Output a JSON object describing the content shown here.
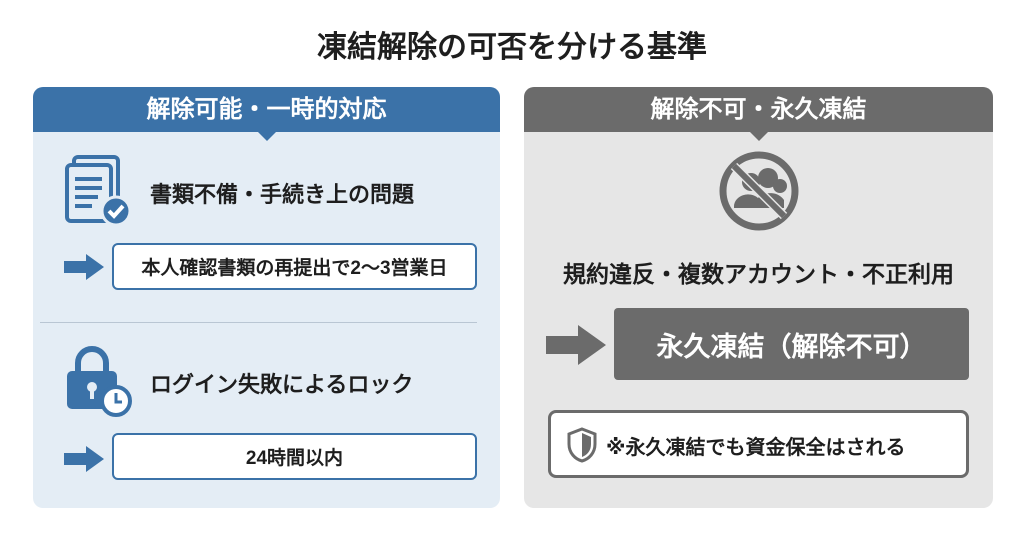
{
  "title": "凍結解除の可否を分ける基準",
  "left": {
    "header": "解除可能・一時的対応",
    "items": [
      {
        "icon": "document-check-icon",
        "label": "書類不備・手続き上の問題",
        "result": "本人確認書類の再提出で2〜3営業日"
      },
      {
        "icon": "lock-clock-icon",
        "label": "ログイン失敗によるロック",
        "result": "24時間以内"
      }
    ]
  },
  "right": {
    "header": "解除不可・永久凍結",
    "icon": "no-multiple-users-icon",
    "label": "規約違反・複数アカウント・不正利用",
    "result": "永久凍結（解除不可）",
    "note": "※永久凍結でも資金保全はされる"
  },
  "colors": {
    "blue": "#3b72a8",
    "gray": "#6b6b6b"
  }
}
